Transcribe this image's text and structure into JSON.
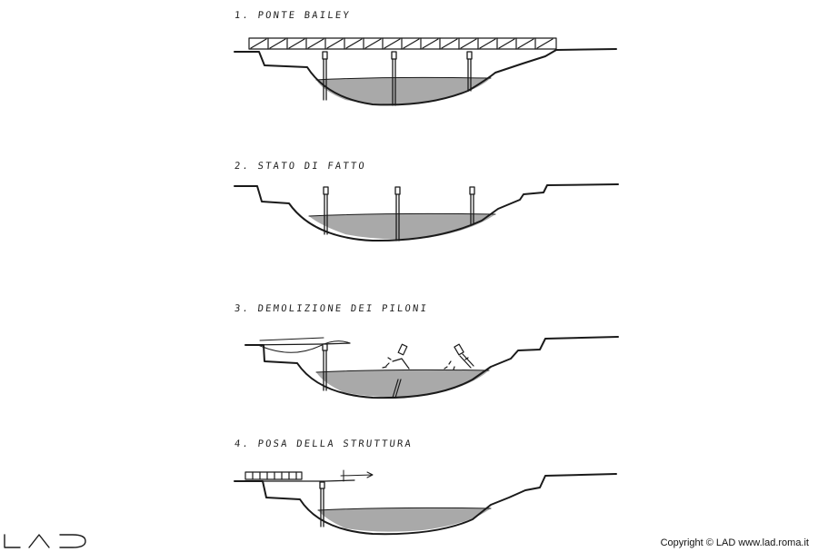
{
  "steps": [
    {
      "label": "1. PONTE BAILEY"
    },
    {
      "label": "2. STATO DI FATTO"
    },
    {
      "label": "3. DEMOLIZIONE DEI PILONI"
    },
    {
      "label": "4. POSA DELLA STRUTTURA"
    }
  ],
  "footer": {
    "copyright": "Copyright © LAD  www.lad.roma.it"
  },
  "colors": {
    "water": "#a9a9a9",
    "ink": "#1a1a1a"
  },
  "icons": {
    "logo": "lad-logo"
  }
}
